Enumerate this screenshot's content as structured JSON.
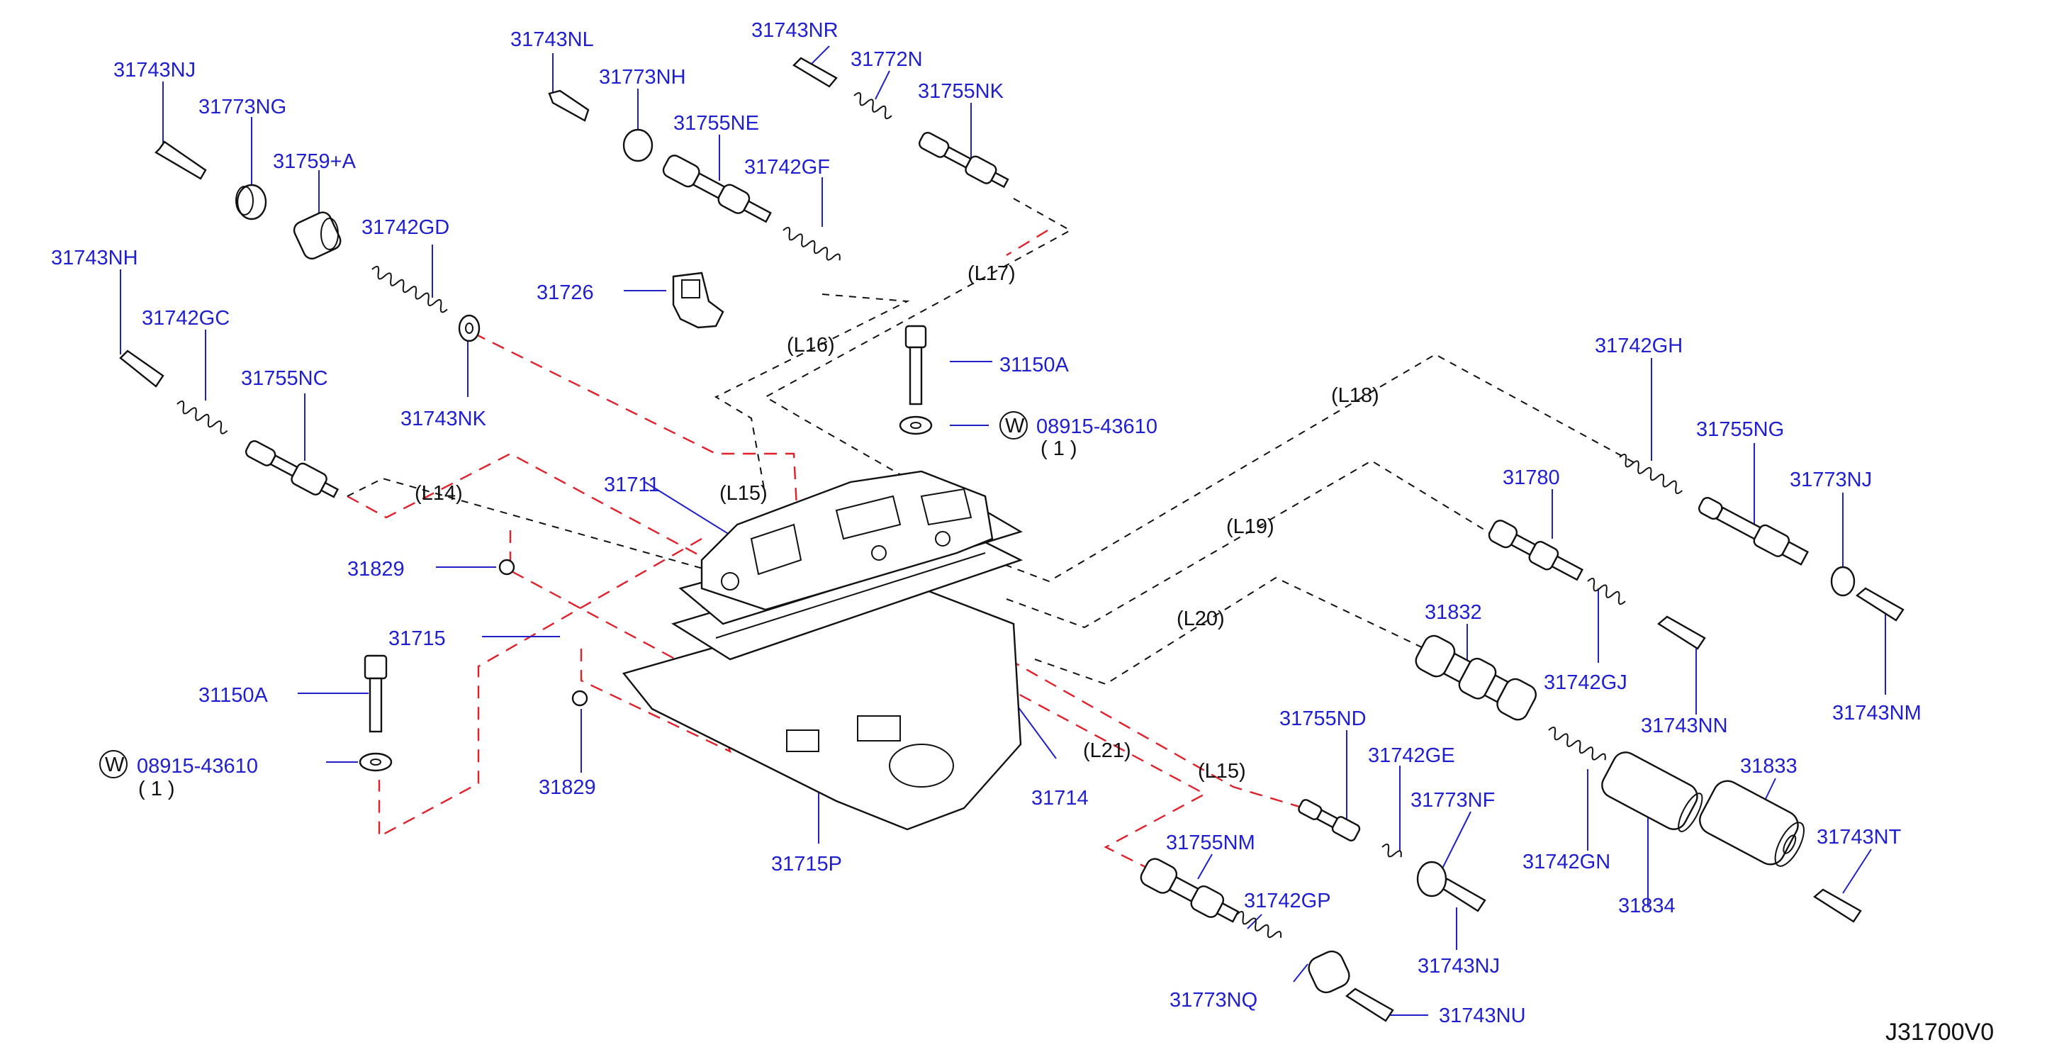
{
  "colors": {
    "part_label": "#1f1fd0",
    "route_label": "#111111",
    "red_route": "#e0202a",
    "black_route": "#111111"
  },
  "parts": {
    "p31743NJ_a": "31743NJ",
    "p31773NG": "31773NG",
    "p31759A": "31759+A",
    "p31743NL": "31743NL",
    "p31773NH": "31773NH",
    "p31755NE": "31755NE",
    "p31743NR": "31743NR",
    "p31772N": "31772N",
    "p31755NK": "31755NK",
    "p31742GF": "31742GF",
    "p31742GD": "31742GD",
    "p31743NH": "31743NH",
    "p31726": "31726",
    "p31742GC": "31742GC",
    "p31755NC": "31755NC",
    "p31150A_a": "31150A",
    "p31743NK": "31743NK",
    "p08915_a": "08915-43610",
    "p08915_a_qty": "( 1 )",
    "p31711": "31711",
    "p31829_a": "31829",
    "p31715": "31715",
    "p31150A_b": "31150A",
    "p08915_b": "08915-43610",
    "p08915_b_qty": "( 1 )",
    "p31829_b": "31829",
    "p31715P": "31715P",
    "p31714": "31714",
    "p31742GH": "31742GH",
    "p31755NG": "31755NG",
    "p31780": "31780",
    "p31773NJ": "31773NJ",
    "p31743NM": "31743NM",
    "p31742GJ": "31742GJ",
    "p31743NN": "31743NN",
    "p31832": "31832",
    "p31755ND": "31755ND",
    "p31742GE": "31742GE",
    "p31773NF": "31773NF",
    "p31742GN": "31742GN",
    "p31833": "31833",
    "p31743NT": "31743NT",
    "p31834": "31834",
    "p31755NM": "31755NM",
    "p31742GP": "31742GP",
    "p31743NJ_b": "31743NJ",
    "p31773NQ": "31773NQ",
    "p31743NU": "31743NU",
    "washer_mark": "W"
  },
  "routes": {
    "L14": "(L14)",
    "L15a": "(L15)",
    "L15b": "(L15)",
    "L16": "(L16)",
    "L17": "(L17)",
    "L18": "(L18)",
    "L19": "(L19)",
    "L20": "(L20)",
    "L21": "(L21)"
  },
  "diagram_code": "J31700V0"
}
